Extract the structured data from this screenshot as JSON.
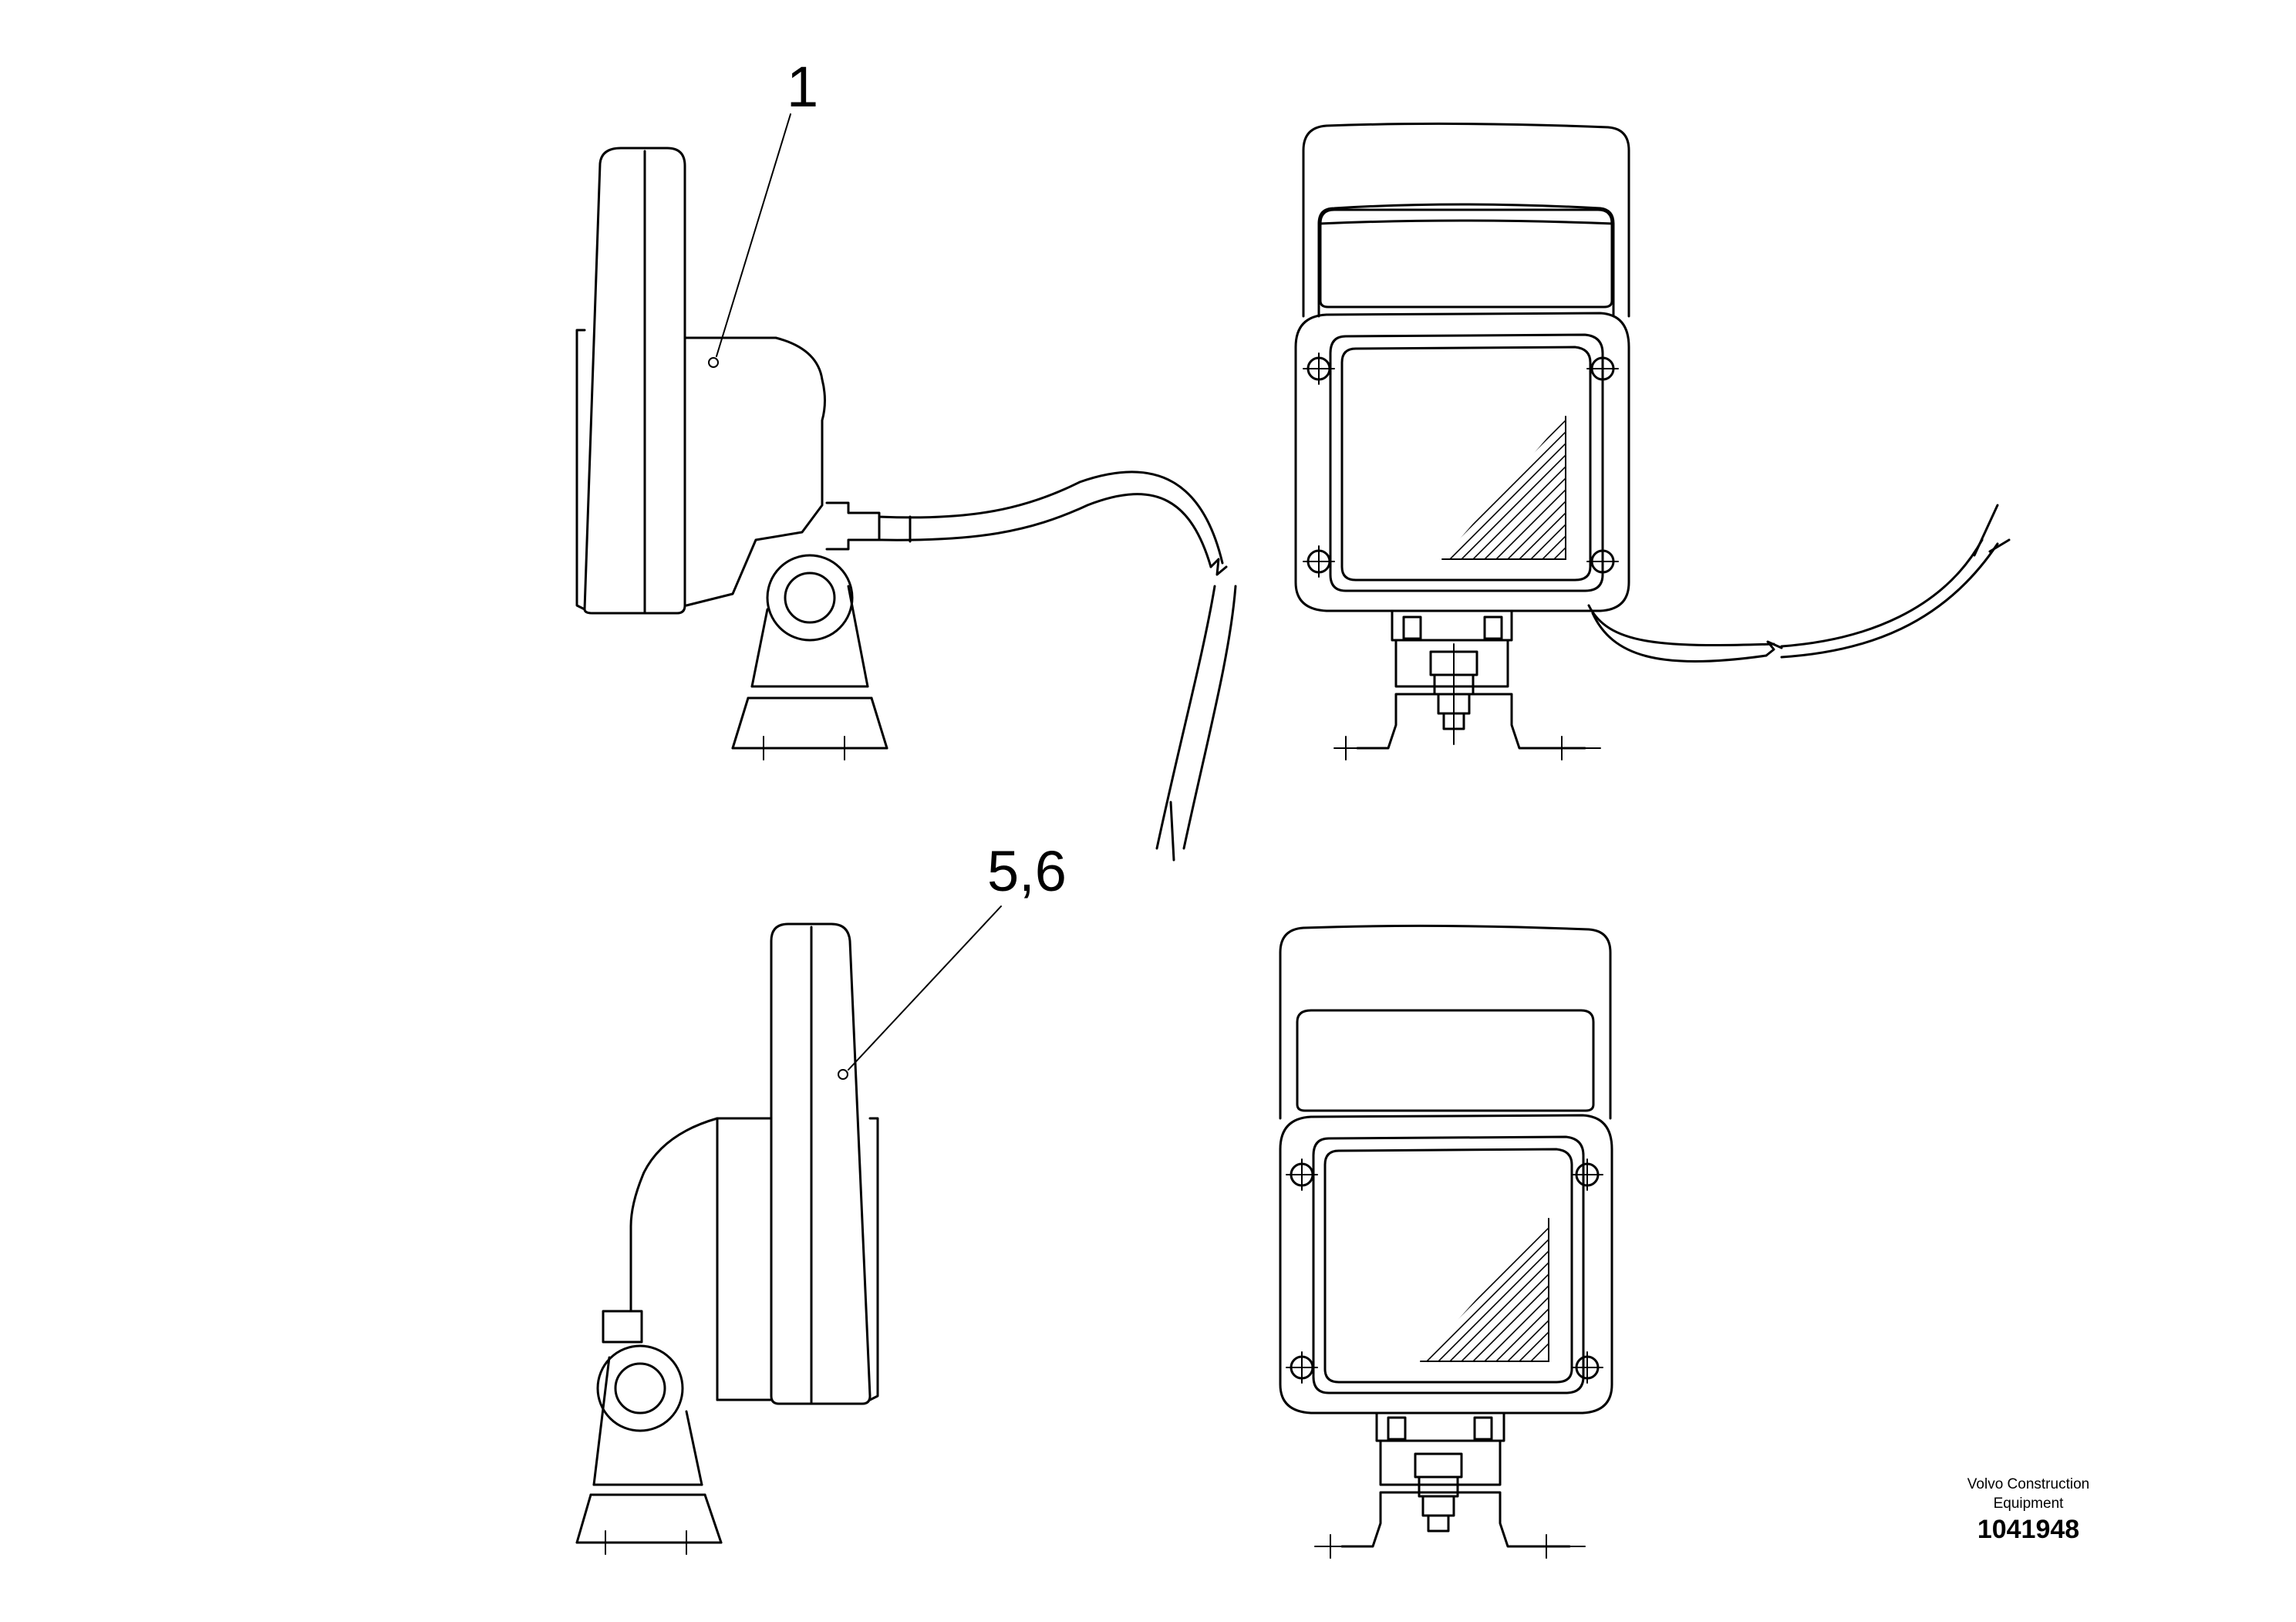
{
  "callouts": {
    "top_label": "1",
    "bottom_label": "5,6"
  },
  "footer": {
    "company_line1": "Volvo Construction",
    "company_line2": "Equipment",
    "drawing_number": "1041948"
  },
  "colors": {
    "line": "#000000",
    "background": "#ffffff"
  }
}
